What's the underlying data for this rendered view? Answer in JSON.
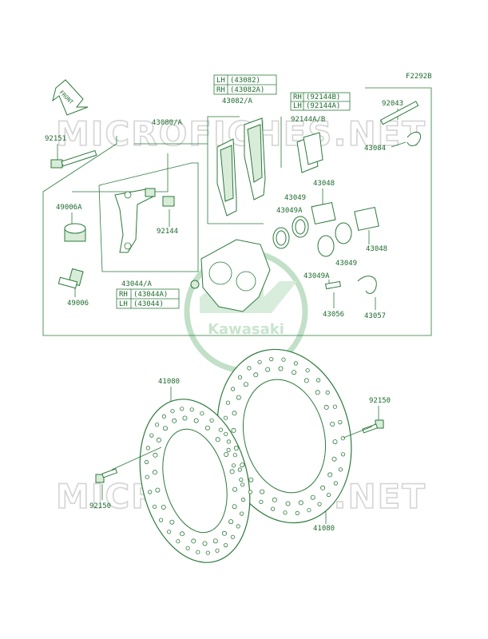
{
  "diagram_code": "F2292B",
  "front_label": "FRONT",
  "watermark": "MICROFICHES.NET",
  "logo_text": "Kawasaki",
  "parts": {
    "p92151": "92151",
    "p43080": "43080/A",
    "p43082": "43082/A",
    "p92144ab": "92144A/B",
    "p92043": "92043",
    "p43084": "43084",
    "p49006a": "49006A",
    "p92144": "92144",
    "p43049a": "43049A",
    "p43049b": "43049",
    "p43048a": "43048",
    "p43048b": "43048",
    "p43049c": "43049A",
    "p43049d": "43049",
    "p43044": "43044/A",
    "p43056": "43056",
    "p43057": "43057",
    "p49006": "49006",
    "p41080a": "41080",
    "p41080b": "41080",
    "p92150a": "92150",
    "p92150b": "92150"
  },
  "callouts": {
    "c43082": [
      {
        "side": "LH",
        "code": "(43082)"
      },
      {
        "side": "RH",
        "code": "(43082A)"
      }
    ],
    "c92144": [
      {
        "side": "RH",
        "code": "(92144B)"
      },
      {
        "side": "LH",
        "code": "(92144A)"
      }
    ],
    "c43044": [
      {
        "side": "RH",
        "code": "(43044A)"
      },
      {
        "side": "LH",
        "code": "(43044)"
      }
    ]
  }
}
